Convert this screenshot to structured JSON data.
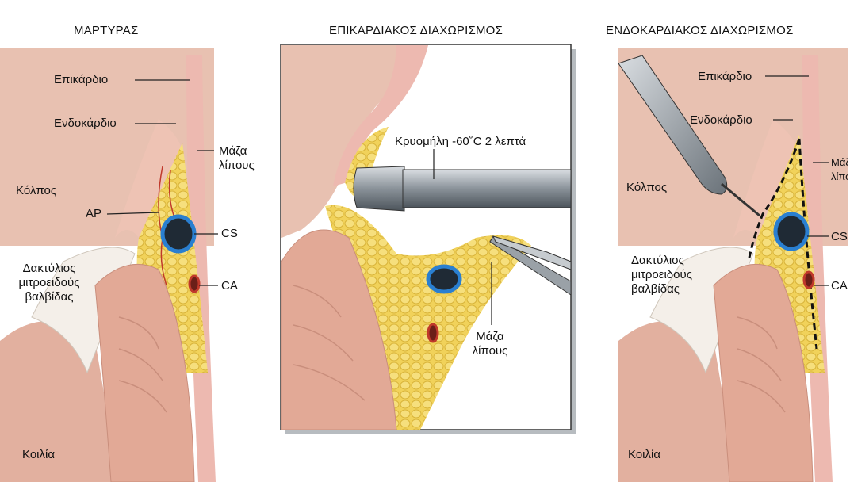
{
  "panels": [
    {
      "title": "ΜΑΡΤΥΡΑΣ",
      "labels": {
        "epicardium": "Επικάρδιο",
        "endocardium": "Ενδοκάρδιο",
        "fat_mass": "Μάζα λίπους",
        "atrium": "Κόλπος",
        "ap": "AP",
        "cs": "CS",
        "ca": "CA",
        "mitral_ring": "Δακτύλιος μιτροειδούς βαλβίδας",
        "ventricle": "Κοιλία"
      }
    },
    {
      "title": "ΕΠΙΚΑΡΔΙΑΚΟΣ ΔΙΑΧΩΡΙΣΜΟΣ",
      "labels": {
        "cryoprobe": "Κρυομήλη -60˚C 2 λεπτά",
        "fat_mass": "Μάζα λίπους"
      }
    },
    {
      "title": "ΕΝΔΟΚΑΡΔΙΑΚΟΣ ΔΙΑΧΩΡΙΣΜΟΣ",
      "labels": {
        "epicardium": "Επικάρδιο",
        "endocardium": "Ενδοκάρδιο",
        "fat_mass": "Μάζα λίπους",
        "atrium": "Κόλπος",
        "cs": "CS",
        "ca": "CA",
        "mitral_ring": "Δακτύλιος μιτροειδούς βαλβίδας",
        "ventricle": "Κοιλία"
      }
    }
  ],
  "colors": {
    "tissue": "#e6b7a4",
    "tissue_dark": "#c98e7c",
    "fat": "#f1d25a",
    "cs_ring": "#2a7fd0",
    "ca_ring": "#c0392b",
    "vessel_red": "#c0392b",
    "line": "#222222"
  }
}
